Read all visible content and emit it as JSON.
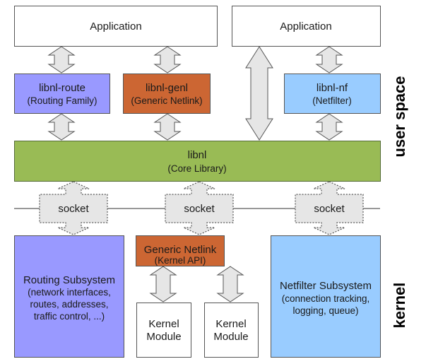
{
  "colors": {
    "routing": "#9999ff",
    "genl": "#cc6633",
    "netfilter": "#99ccff",
    "core": "#99bb55",
    "arrow_fill": "#e6e6e6",
    "border": "#555555"
  },
  "user_space": {
    "side_label": "user space",
    "app_left": "Application",
    "app_right": "Application",
    "libnl_route": {
      "title": "libnl-route",
      "subtitle": "(Routing Family)"
    },
    "libnl_genl": {
      "title": "libnl-genl",
      "subtitle": "(Generic Netlink)"
    },
    "libnl_nf": {
      "title": "libnl-nf",
      "subtitle": "(Netfilter)"
    },
    "libnl": {
      "title": "libnl",
      "subtitle": "(Core Library)"
    }
  },
  "sockets": [
    "socket",
    "socket",
    "socket"
  ],
  "kernel": {
    "side_label": "kernel",
    "routing": {
      "title": "Routing Subsystem",
      "lines": [
        "(network interfaces,",
        "routes, addresses,",
        "traffic control, ...)"
      ]
    },
    "genl": {
      "title": "Generic Netlink",
      "subtitle": "(Kernel API)"
    },
    "modules": [
      {
        "line1": "Kernel",
        "line2": "Module"
      },
      {
        "line1": "Kernel",
        "line2": "Module"
      }
    ],
    "netfilter": {
      "title": "Netfilter Subsystem",
      "lines": [
        "(connection tracking,",
        "logging, queue)"
      ]
    }
  }
}
